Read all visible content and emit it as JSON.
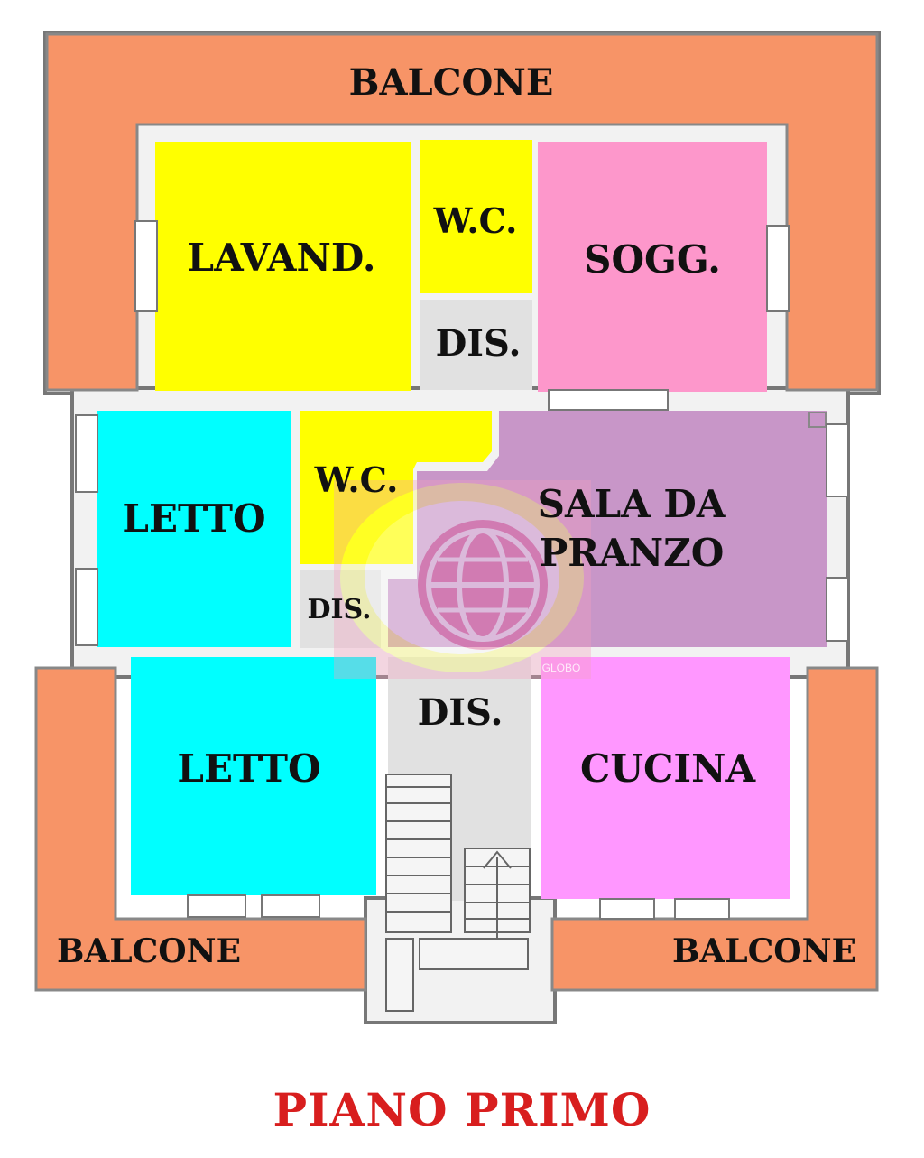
{
  "plan": {
    "title": "PIANO PRIMO",
    "watermark_text": "GLOBO",
    "rooms": {
      "balcone_top": "BALCONE",
      "lavanderia": "LAVAND.",
      "wc_top": "W.C.",
      "dis_top": "DIS.",
      "soggiorno": "SOGG.",
      "letto_left": "LETTO",
      "wc_middle": "W.C.",
      "sala_line1": "SALA DA",
      "sala_line2": "PRANZO",
      "dis_small": "DIS.",
      "letto_bottom": "LETTO",
      "dis_stairs": "DIS.",
      "cucina": "CUCINA",
      "balcone_left": "BALCONE",
      "balcone_right": "BALCONE"
    }
  },
  "colors": {
    "balcone": "#f79467",
    "lavanderia": "#ffff00",
    "wc": "#ffff00",
    "soggiorno": "#fd97cb",
    "letto": "#00ffff",
    "sala": "#c896c8",
    "cucina": "#ff97ff",
    "dis": "#e1e1e1",
    "title": "#d81e1e"
  }
}
